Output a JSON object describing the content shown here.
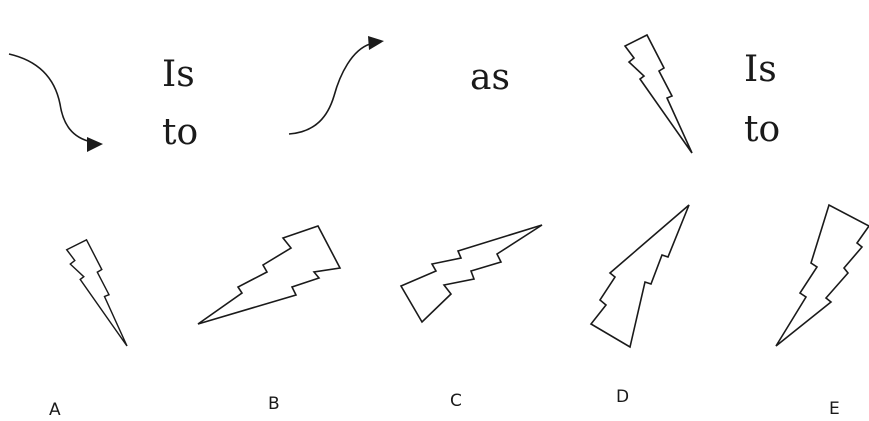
{
  "analogy": {
    "word_is_1": "Is",
    "word_to_1": "to",
    "word_as": "as",
    "word_is_2": "Is",
    "word_to_2": "to"
  },
  "options": [
    {
      "label": "A"
    },
    {
      "label": "B"
    },
    {
      "label": "C"
    },
    {
      "label": "D"
    },
    {
      "label": "E"
    }
  ]
}
